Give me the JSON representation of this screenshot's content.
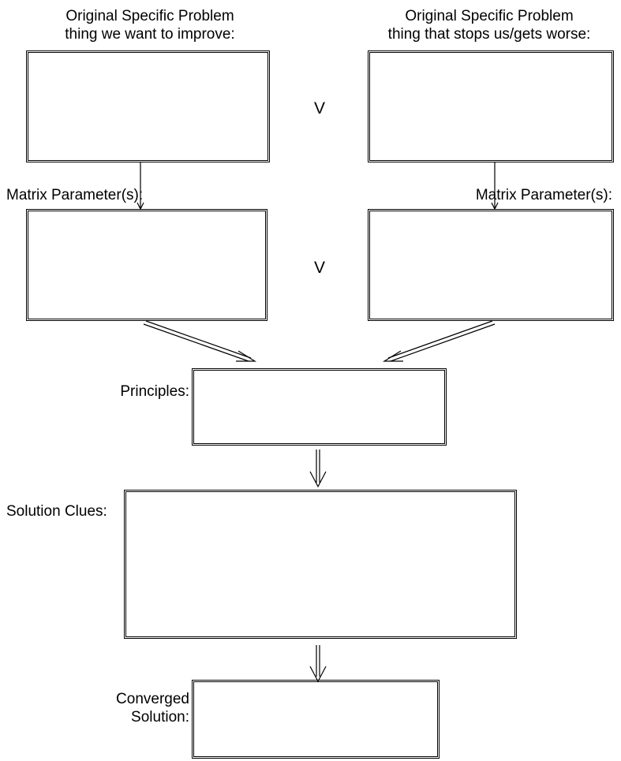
{
  "labels": {
    "improve_line1": "Original Specific  Problem",
    "improve_line2": "thing we want to improve:",
    "worsen_line1": "Original Specific  Problem",
    "worsen_line2": "thing that stops us/gets worse:",
    "matrix_left": "Matrix Parameter(s):",
    "matrix_right": "Matrix Parameter(s):",
    "principles": "Principles:",
    "solution_clues": "Solution Clues:",
    "converged_line1": "Converged",
    "converged_line2": "Solution:"
  },
  "versus": {
    "top": "V",
    "middle": "V"
  }
}
